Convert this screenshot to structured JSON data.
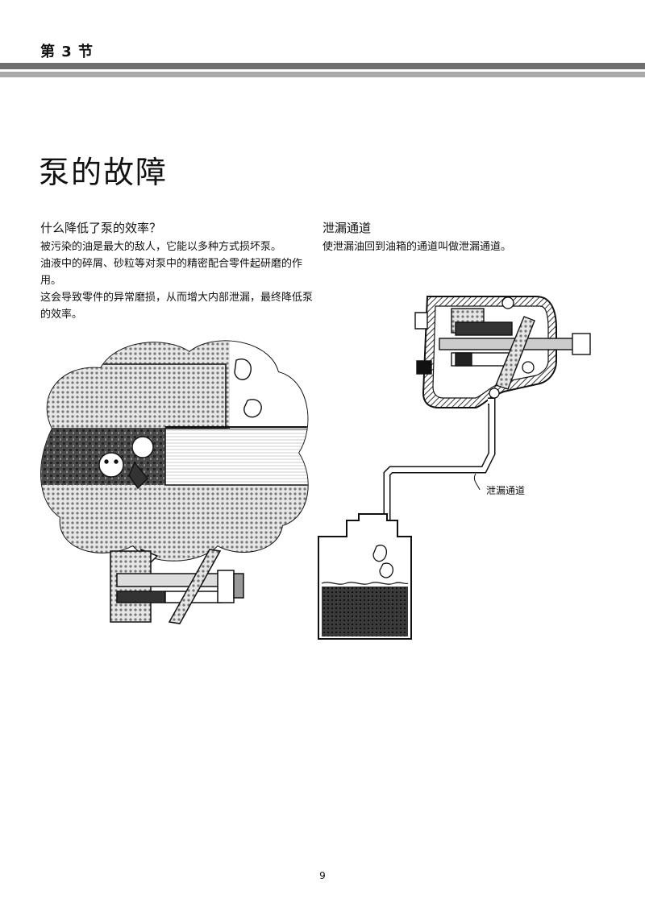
{
  "header": {
    "section_label": "第 3 节",
    "accent_colors": {
      "bar_dark": "#6f6f6f",
      "bar_light": "#a9a9a9"
    }
  },
  "title": "泵的故障",
  "left": {
    "heading": "什么降低了泵的效率？",
    "paragraphs": [
      "被污染的油是最大的敌人，它能以多种方式损坏泵。",
      "油液中的碎屑、砂粒等对泵中的精密配合零件起研磨的作用。",
      "这会导致零件的异常磨损，从而增大内部泄漏，最终降低泵的效率。"
    ]
  },
  "right": {
    "heading": "泄漏通道",
    "paragraph": "使泄漏油回到油箱的通道叫做泄漏通道。",
    "callout_label": "泄漏通道"
  },
  "page_number": "9"
}
